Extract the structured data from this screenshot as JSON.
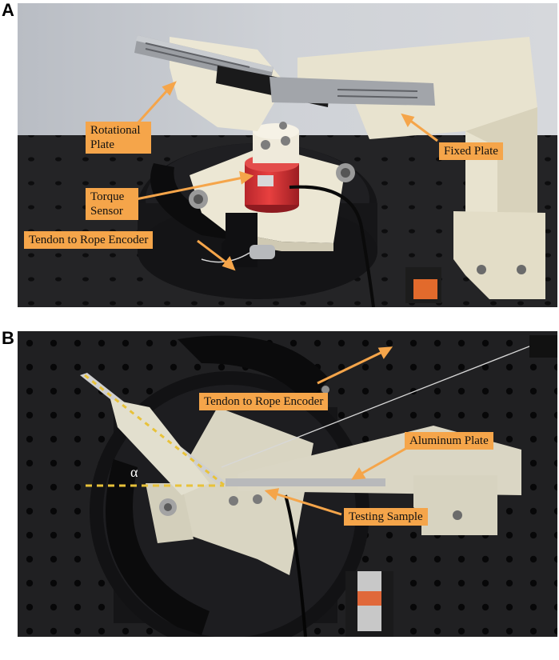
{
  "panel_a": {
    "letter": "A",
    "labels": {
      "rotational_plate": "Rotational Plate",
      "fixed_plate": "Fixed Plate",
      "torque_sensor": "Torque Sensor",
      "tendon_encoder": "Tendon to Rope Encoder"
    }
  },
  "panel_b": {
    "letter": "B",
    "labels": {
      "tendon_encoder": "Tendon to Rope Encoder",
      "aluminum_plate": "Aluminum Plate",
      "testing_sample": "Testing Sample",
      "angle": "α"
    }
  },
  "colors": {
    "callout": "#f5a54a",
    "arrow": "#f5a54a",
    "angle_line": "#e8c23a",
    "resin": "#e8e3cf",
    "table": "#1c1c1e"
  },
  "icons": [
    "arrow-icon"
  ]
}
